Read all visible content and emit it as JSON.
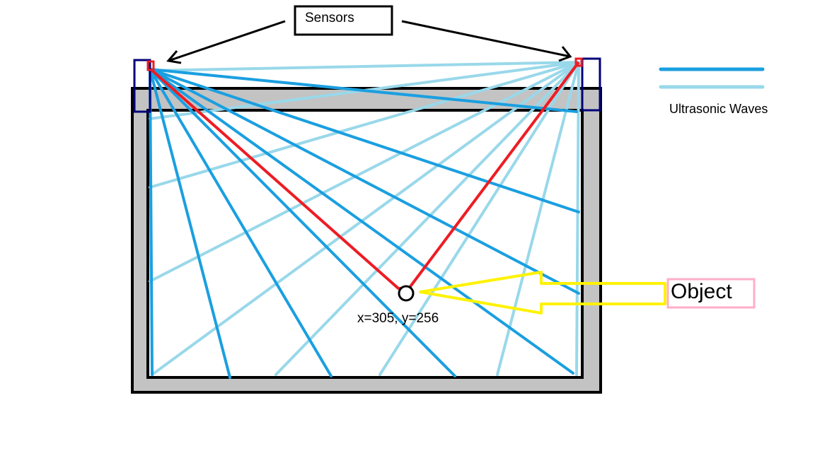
{
  "labels": {
    "sensors": "Sensors",
    "legend": "Ultrasonic Waves",
    "object": "Object",
    "coordinates": "x=305, y=256"
  },
  "colors": {
    "wave_dark": "#1a9fe0",
    "wave_light": "#99d8ea",
    "ping_path": "#ed1c24",
    "frame_fill": "#c3c3c3",
    "sensor_box": "#00007a",
    "pointer_arrow": "#fff200",
    "object_box": "#ffaec9"
  },
  "icons": [
    "left-sensor-icon",
    "right-sensor-icon",
    "object-marker-icon"
  ]
}
